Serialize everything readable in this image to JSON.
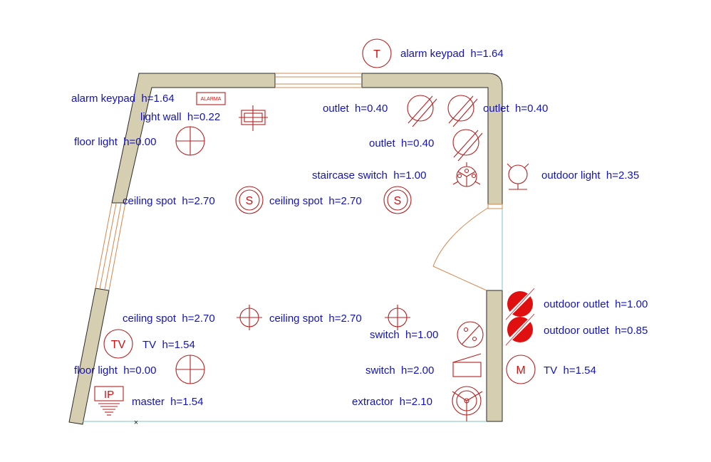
{
  "labels": {
    "alarm_keypad_top": "alarm keypad  h=1.64",
    "alarm_keypad_left": "alarm keypad  h=1.64",
    "light_wall": "light wall  h=0.22",
    "floor_light_top": "floor light  h=0.00",
    "outlet_1": "outlet  h=0.40",
    "outlet_2": "outlet  h=0.40",
    "outlet_3": "outlet  h=0.40",
    "staircase_switch": "staircase switch  h=1.00",
    "outdoor_light": "outdoor light  h=2.35",
    "ceiling_spot_1": "ceiling spot  h=2.70",
    "ceiling_spot_2": "ceiling spot  h=2.70",
    "ceiling_spot_3": "ceiling spot  h=2.70",
    "ceiling_spot_4": "ceiling spot  h=2.70",
    "outdoor_outlet_1": "outdoor outlet  h=1.00",
    "outdoor_outlet_2": "outdoor outlet  h=0.85",
    "switch_1": "switch  h=1.00",
    "tv_left": "TV  h=1.54",
    "floor_light_bottom": "floor light  h=0.00",
    "switch_2": "switch  h=2.00",
    "tv_right": "TV  h=1.54",
    "master": "master  h=1.54",
    "extractor": "extractor  h=2.10"
  },
  "symbols": {
    "thermostat": "T",
    "alarm_panel": "ALARMA",
    "spot": "S",
    "tv": "TV",
    "antenna": "M",
    "master_panel": "IP",
    "origin_mark": "×"
  },
  "colors": {
    "text": "#1414b4",
    "symbol": "#b32020",
    "wall": "#d6ceb0",
    "floor_line": "#7fbfc0"
  }
}
